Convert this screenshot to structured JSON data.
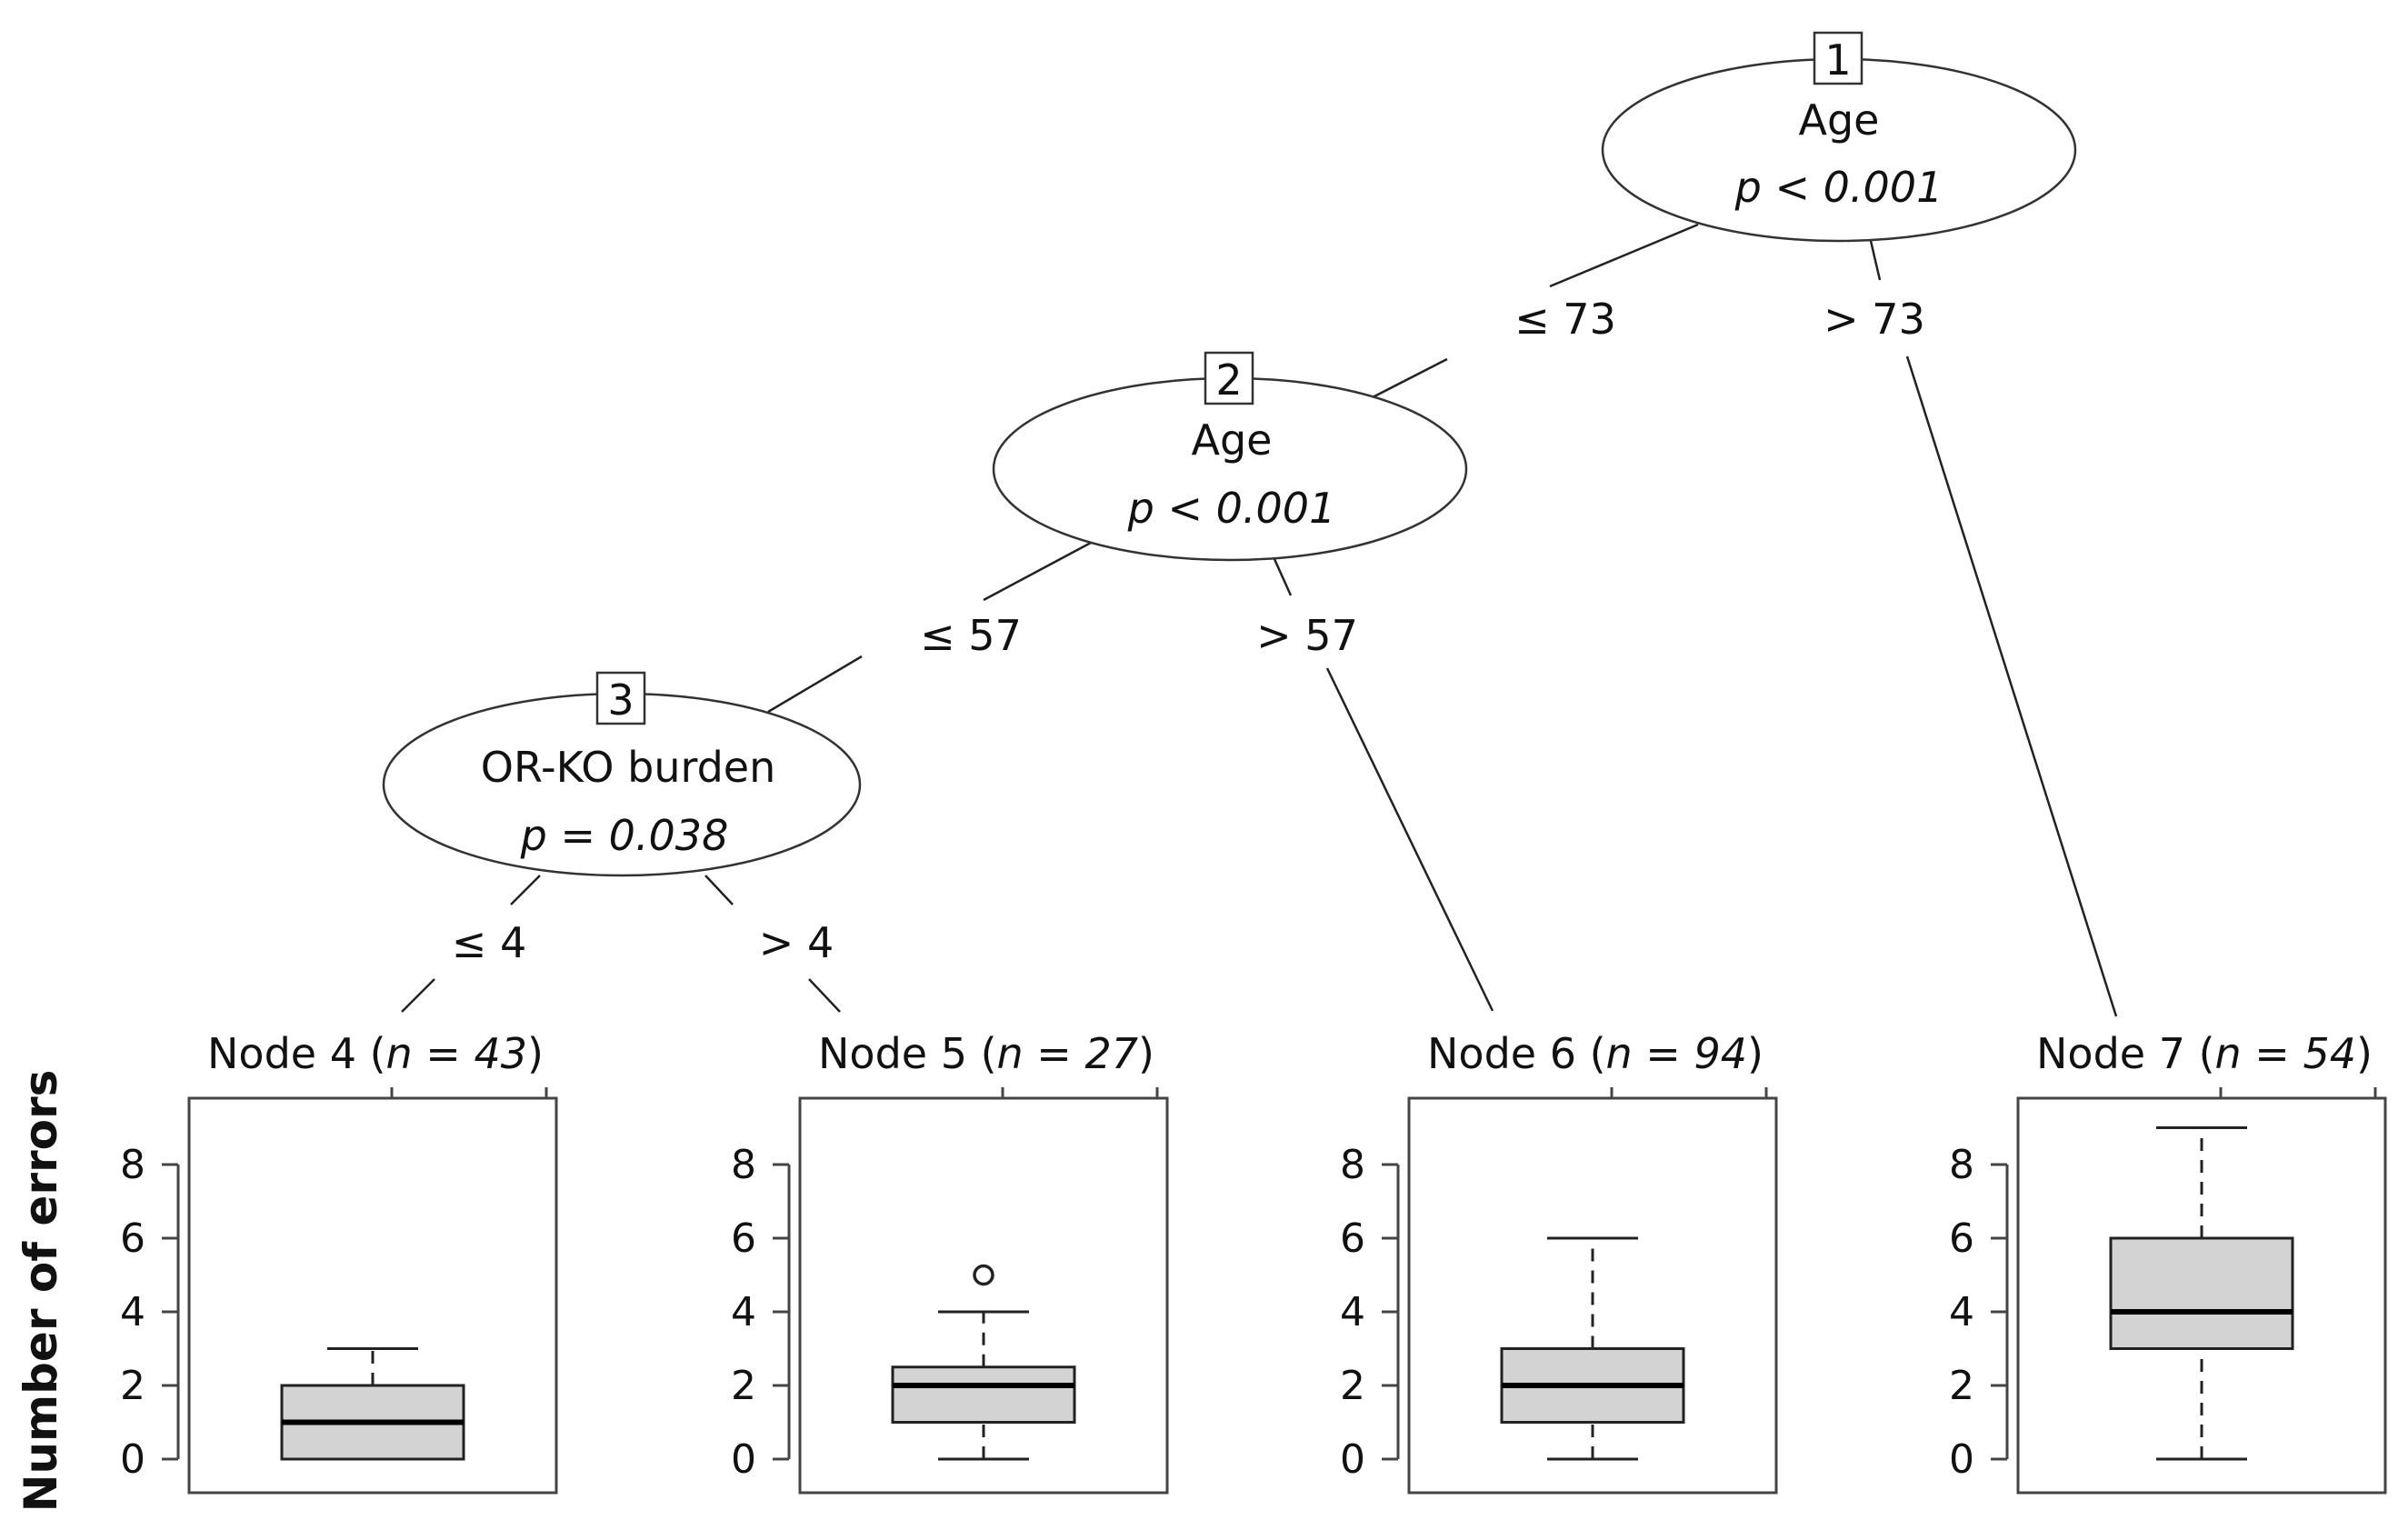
{
  "y_axis_label": "Number of errors",
  "y_ticks": [
    "0",
    "2",
    "4",
    "6",
    "8"
  ],
  "inner_nodes": [
    {
      "id": "1",
      "variable": "Age",
      "p_value": "p < 0.001"
    },
    {
      "id": "2",
      "variable": "Age",
      "p_value": "p < 0.001"
    },
    {
      "id": "3",
      "variable": "OR-KO burden",
      "p_value": "p = 0.038"
    }
  ],
  "edges": [
    {
      "from": "1",
      "to": "2",
      "label": "≤ 73"
    },
    {
      "from": "1",
      "to": "7",
      "label": "> 73"
    },
    {
      "from": "2",
      "to": "3",
      "label": "≤ 57"
    },
    {
      "from": "2",
      "to": "6",
      "label": "> 57"
    },
    {
      "from": "3",
      "to": "4",
      "label": "≤ 4"
    },
    {
      "from": "3",
      "to": "5",
      "label": "> 4"
    }
  ],
  "terminal_nodes": [
    {
      "id": "4",
      "title_prefix": "Node 4 (",
      "n_text": "n = 43",
      "title_suffix": ")"
    },
    {
      "id": "5",
      "title_prefix": "Node 5 (",
      "n_text": "n = 27",
      "title_suffix": ")"
    },
    {
      "id": "6",
      "title_prefix": "Node 6 (",
      "n_text": "n = 94",
      "title_suffix": ")"
    },
    {
      "id": "7",
      "title_prefix": "Node 7 (",
      "n_text": "n = 54",
      "title_suffix": ")"
    }
  ],
  "chart_data": {
    "type": "boxplot",
    "ylabel": "Number of errors",
    "ylim": [
      -0.5,
      9.5
    ],
    "series": [
      {
        "node": "4",
        "whisker_low": 0,
        "q1": 0,
        "median": 1,
        "q3": 2,
        "whisker_high": 3,
        "outliers": []
      },
      {
        "node": "5",
        "whisker_low": 0,
        "q1": 1,
        "median": 2,
        "q3": 2.5,
        "whisker_high": 4,
        "outliers": [
          5
        ]
      },
      {
        "node": "6",
        "whisker_low": 0,
        "q1": 1,
        "median": 2,
        "q3": 3,
        "whisker_high": 6,
        "outliers": []
      },
      {
        "node": "7",
        "whisker_low": 0,
        "q1": 3,
        "median": 4,
        "q3": 6,
        "whisker_high": 9,
        "outliers": []
      }
    ]
  },
  "colors": {
    "box_fill": "#d3d3d3",
    "line": "#222222"
  }
}
